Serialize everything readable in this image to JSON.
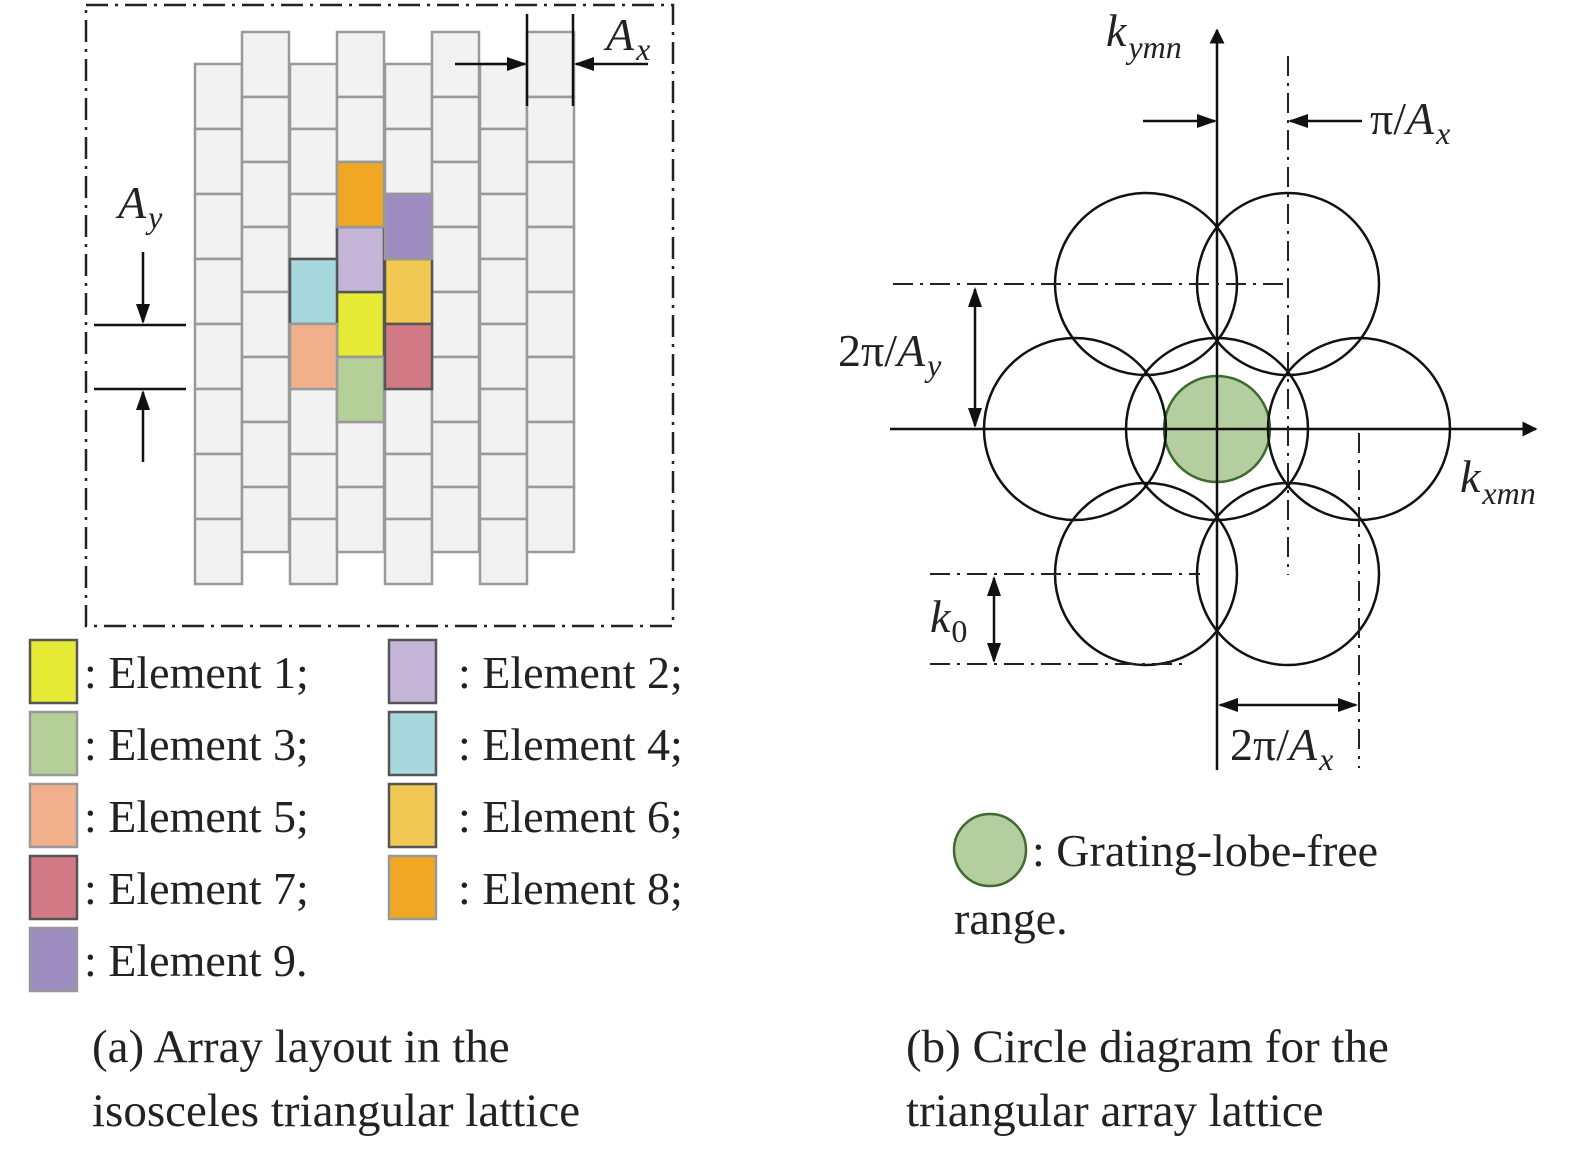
{
  "panel_a": {
    "dim_x": {
      "main": "A",
      "sub": "x"
    },
    "dim_y": {
      "main": "A",
      "sub": "y"
    },
    "legend": [
      {
        "label": ": Element 1;",
        "color": "#e5ea34",
        "border": "#555555"
      },
      {
        "label": ": Element 2;",
        "color": "#c5b6d9",
        "border": "#555555"
      },
      {
        "label": ": Element 3;",
        "color": "#b4cf97",
        "border": "#999999"
      },
      {
        "label": ": Element 4;",
        "color": "#a8d7de",
        "border": "#555555"
      },
      {
        "label": ": Element 5;",
        "color": "#f2af8c",
        "border": "#999999"
      },
      {
        "label": ": Element 6;",
        "color": "#f1c952",
        "border": "#555555"
      },
      {
        "label": ": Element 7;",
        "color": "#d17984",
        "border": "#555555"
      },
      {
        "label": ": Element 8;",
        "color": "#f0a723",
        "border": "#999999"
      },
      {
        "label": ": Element 9.",
        "color": "#9d8cbf",
        "border": "#999999"
      }
    ],
    "caption_line1": "(a) Array layout in the",
    "caption_line2": "isosceles triangular lattice"
  },
  "panel_b": {
    "axis_y": {
      "main": "k",
      "sub": "ymn"
    },
    "axis_x": {
      "main": "k",
      "sub": "xmn"
    },
    "pi_over_ax": {
      "prefix": "π/",
      "main": "A",
      "sub": "x"
    },
    "two_pi_over_ay": {
      "prefix": "2π/",
      "main": "A",
      "sub": "y"
    },
    "two_pi_over_ax": {
      "prefix": "2π/",
      "main": "A",
      "sub": "x"
    },
    "k0": {
      "main": "k",
      "sub": "0"
    },
    "legend_line1": ": Grating-lobe-free",
    "legend_line2": "range.",
    "grating_color": "#b5cea0",
    "grating_border": "#3e6b2f",
    "caption_line1": "(b) Circle diagram for the",
    "caption_line2": "triangular array lattice"
  }
}
